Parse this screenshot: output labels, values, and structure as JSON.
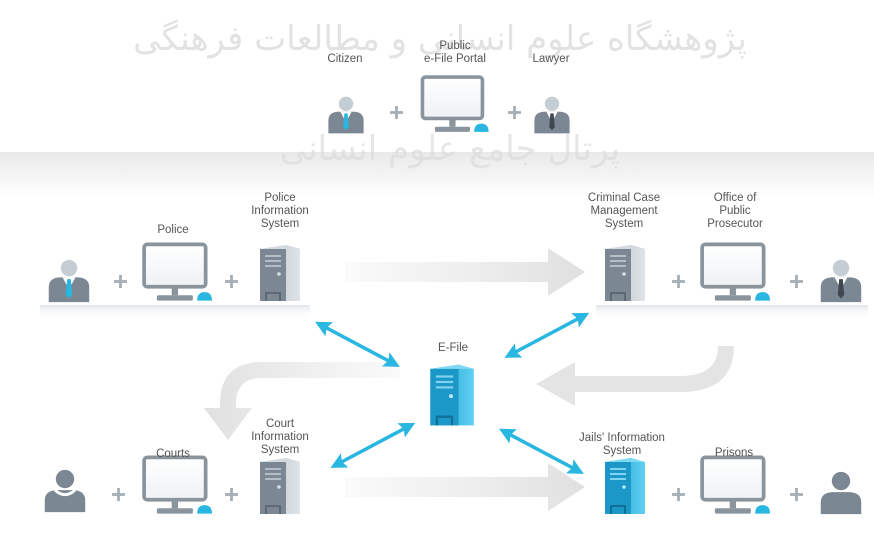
{
  "labels": {
    "citizen": "Citizen",
    "portal": "Public\ne-File Portal",
    "lawyer": "Lawyer",
    "police": "Police",
    "police_is": "Police\nInformation\nSystem",
    "ccms": "Criminal Case\nManagement\nSystem",
    "opp": "Office of\nPublic\nProsecutor",
    "efile": "E-File",
    "courts": "Courts",
    "court_is": "Court\nInformation\nSystem",
    "jails_is": "Jails' Information\nSystem",
    "prisons": "Prisons"
  },
  "watermark": {
    "line1": "پژوهشگاه علوم انسانی و مطالعات فرهنگی",
    "line2": "پرتال جامع علوم انسانی"
  },
  "colors": {
    "accent": "#29b6e0",
    "gray_dark": "#7b8792",
    "gray_light": "#c4ccd3",
    "plus": "#a6aeb5"
  },
  "icons": [
    "person-cyan-tie-icon",
    "person-dark-tie-icon",
    "person-plain-icon",
    "monitor-icon",
    "server-tower-icon",
    "server-tower-blue-icon",
    "plus-icon"
  ]
}
